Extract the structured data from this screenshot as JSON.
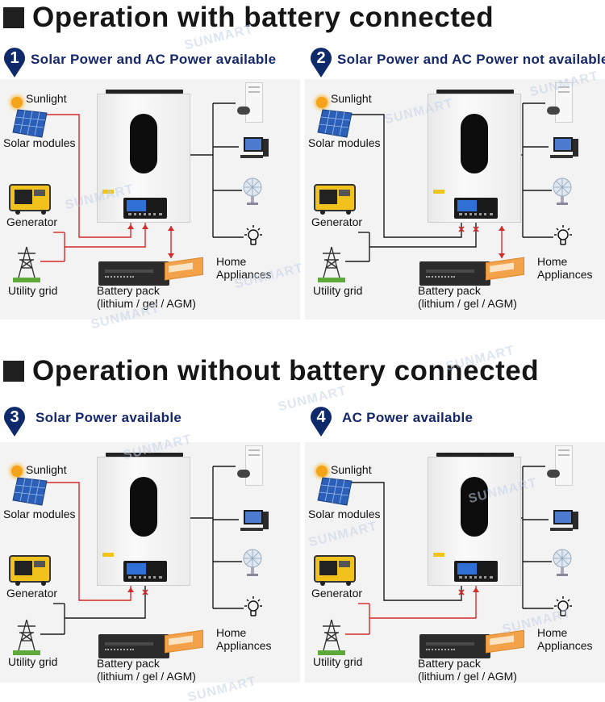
{
  "watermark": "SUNMART",
  "sections": [
    {
      "title": "Operation with battery connected"
    },
    {
      "title": "Operation without battery connected"
    }
  ],
  "panels": [
    {
      "number": "1",
      "heading": "Solar Power and AC Power available",
      "mode": "solar_ac_battery"
    },
    {
      "number": "2",
      "heading": "Solar Power and AC Power not available",
      "mode": "battery_only"
    },
    {
      "number": "3",
      "heading": "Solar Power available",
      "mode": "solar_only_no_battery"
    },
    {
      "number": "4",
      "heading": "AC Power available",
      "mode": "ac_only_no_battery"
    }
  ],
  "labels": {
    "sunlight": "Sunlight",
    "solar_modules": "Solar modules",
    "generator": "Generator",
    "utility_grid": "Utility grid",
    "battery_pack": "Battery pack",
    "battery_types": "(lithium / gel / AGM)",
    "home": "Home",
    "appliances": "Appliances"
  },
  "colors": {
    "active_wire": "#d42a2a",
    "inactive_wire": "#1b1b1b",
    "heading_blue": "#15276b",
    "badge_blue": "#0e2a6b",
    "panel_bg": "#f3f3f3"
  },
  "icons": [
    "sun-icon",
    "solar-panel-icon",
    "generator-icon",
    "power-tower-icon",
    "inverter-icon",
    "battery-icon",
    "agm-battery-icon",
    "air-conditioner-icon",
    "camera-icon",
    "computer-icon",
    "fan-icon",
    "light-bulb-icon",
    "cross-mark-icon",
    "arrow-up-icon",
    "double-arrow-icon"
  ]
}
